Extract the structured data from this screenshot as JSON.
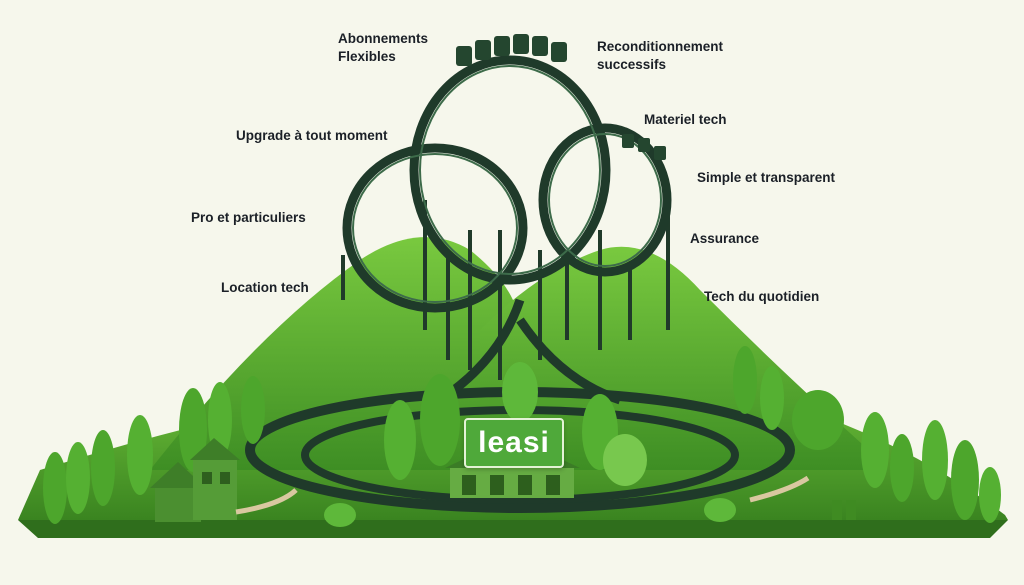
{
  "labels": {
    "abonnements": "Abonnements\nFlexibles",
    "reconditionnement": "Reconditionnement\nsuccessifs",
    "upgrade": "Upgrade à tout moment",
    "materiel": "Materiel tech",
    "simple": "Simple et transparent",
    "pro": "Pro et particuliers",
    "assurance": "Assurance",
    "location": "Location tech",
    "quotidien": "Tech du quotidien"
  },
  "brand": {
    "name": "leasi"
  },
  "colors": {
    "background": "#f6f7ec",
    "grass": "#5fb52f",
    "grass_dark": "#3f8b22",
    "trees": "#4da62c",
    "track": "#1f3a2a",
    "sign": "#4fa93a",
    "text": "#1b2027"
  }
}
